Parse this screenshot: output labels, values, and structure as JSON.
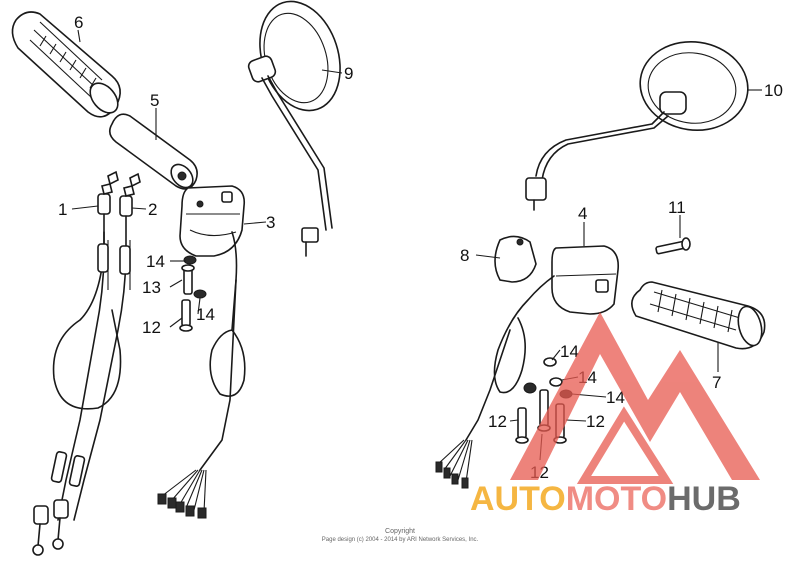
{
  "callouts": [
    {
      "id": "1",
      "text": "1"
    },
    {
      "id": "2",
      "text": "2"
    },
    {
      "id": "3",
      "text": "3"
    },
    {
      "id": "4",
      "text": "4"
    },
    {
      "id": "5",
      "text": "5"
    },
    {
      "id": "6",
      "text": "6"
    },
    {
      "id": "7",
      "text": "7"
    },
    {
      "id": "8",
      "text": "8"
    },
    {
      "id": "9",
      "text": "9"
    },
    {
      "id": "10",
      "text": "10"
    },
    {
      "id": "11",
      "text": "11"
    },
    {
      "id": "12a",
      "text": "12"
    },
    {
      "id": "12b",
      "text": "12"
    },
    {
      "id": "12c",
      "text": "12"
    },
    {
      "id": "12d",
      "text": "12"
    },
    {
      "id": "13",
      "text": "13"
    },
    {
      "id": "14a",
      "text": "14"
    },
    {
      "id": "14b",
      "text": "14"
    },
    {
      "id": "14c",
      "text": "14"
    },
    {
      "id": "14d",
      "text": "14"
    },
    {
      "id": "14e",
      "text": "14"
    }
  ],
  "copyright": {
    "line1": "Copyright",
    "line2": "Page design (c) 2004 - 2014 by ARI Network Services, Inc."
  },
  "watermark": {
    "part1": "AUTO",
    "part2": "MOTO",
    "part3": "HUB",
    "colors": {
      "auto": "#f5b642",
      "moto": "#f08c84",
      "hub": "#6b6b6b",
      "logo": "#e85a50"
    }
  }
}
